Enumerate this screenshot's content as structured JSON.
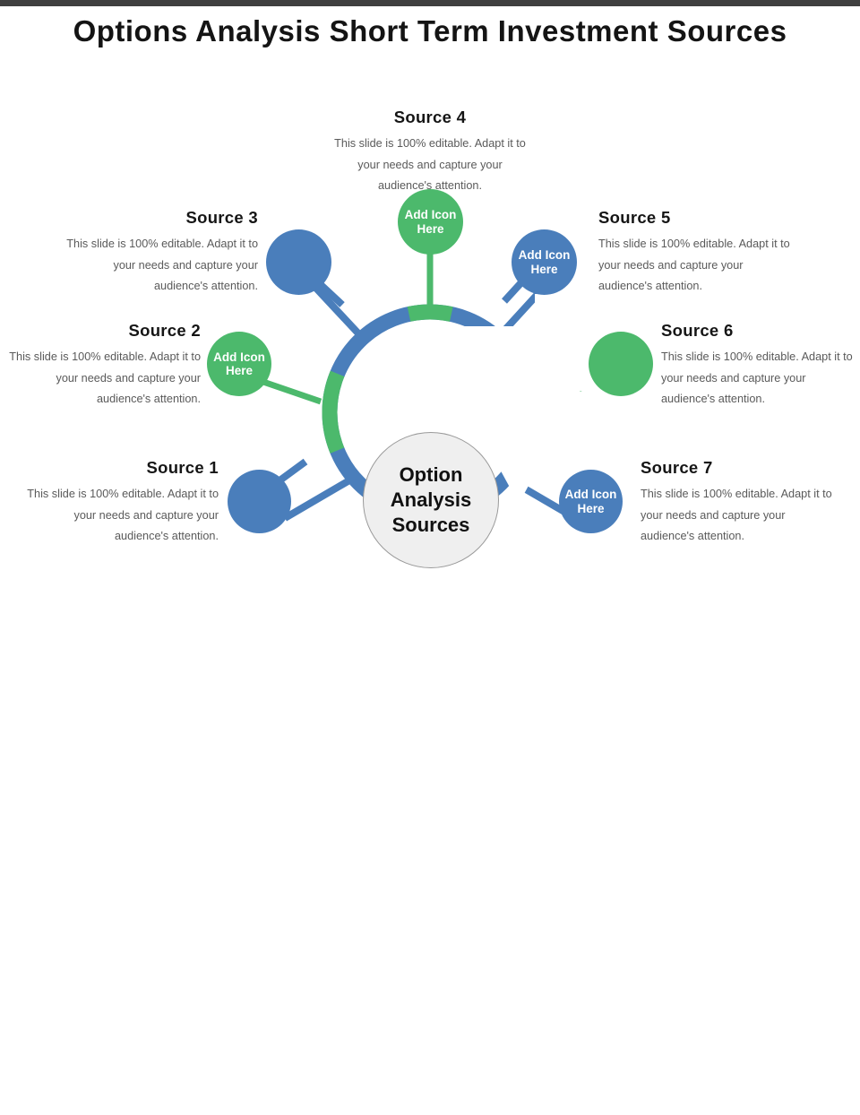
{
  "slide": {
    "title": "Options Analysis  Short Term Investment  Sources",
    "top_bar_color": "#3f3f3f",
    "background": "#ffffff"
  },
  "colors": {
    "blue": "#4a7ebb",
    "green": "#4cb96c",
    "hub_fill": "#efefef",
    "hub_border": "#9a9a9a",
    "heading_text": "#151515",
    "body_text": "#5a5a5a"
  },
  "hub": {
    "line1": "Option",
    "line2": "Analysis",
    "line3": "Sources"
  },
  "placeholder_label": {
    "line1": "Add Icon",
    "line2": "Here"
  },
  "body_text": "This slide is 100% editable. Adapt it to your needs and capture your audience's attention.",
  "sources": [
    {
      "id": "source-1",
      "heading": "Source 1",
      "body": "This slide is 100% editable. Adapt it to your needs and capture your audience's attention.",
      "align": "right",
      "node_color": "#4a7ebb",
      "node_type": "icon",
      "icon": "upload-icon"
    },
    {
      "id": "source-2",
      "heading": "Source 2",
      "body": "This slide is 100% editable. Adapt it to your needs and capture your audience's attention.",
      "align": "right",
      "node_color": "#4cb96c",
      "node_type": "placeholder",
      "icon": "add-icon-placeholder"
    },
    {
      "id": "source-3",
      "heading": "Source 3",
      "body": "This slide is 100% editable. Adapt it to your needs and capture your audience's attention.",
      "align": "right",
      "node_color": "#4a7ebb",
      "node_type": "icon",
      "icon": "exchange-arrows-icon"
    },
    {
      "id": "source-4",
      "heading": "Source 4",
      "body": "This slide is 100% editable. Adapt it to your needs and capture your audience's attention.",
      "align": "center",
      "node_color": "#4cb96c",
      "node_type": "placeholder",
      "icon": "add-icon-placeholder"
    },
    {
      "id": "source-5",
      "heading": "Source 5",
      "body": "This slide is 100% editable. Adapt it to your needs and capture your audience's attention.",
      "align": "left",
      "node_color": "#4a7ebb",
      "node_type": "placeholder",
      "icon": "add-icon-placeholder"
    },
    {
      "id": "source-6",
      "heading": "Source 6",
      "body": "This slide is 100% editable. Adapt it to your needs and capture your audience's attention.",
      "align": "left",
      "node_color": "#4cb96c",
      "node_type": "icon",
      "icon": "download-icon"
    },
    {
      "id": "source-7",
      "heading": "Source 7",
      "body": "This slide is 100% editable. Adapt it to your needs and capture your audience's attention.",
      "align": "left",
      "node_color": "#4a7ebb",
      "node_type": "placeholder",
      "icon": "add-icon-placeholder"
    }
  ]
}
